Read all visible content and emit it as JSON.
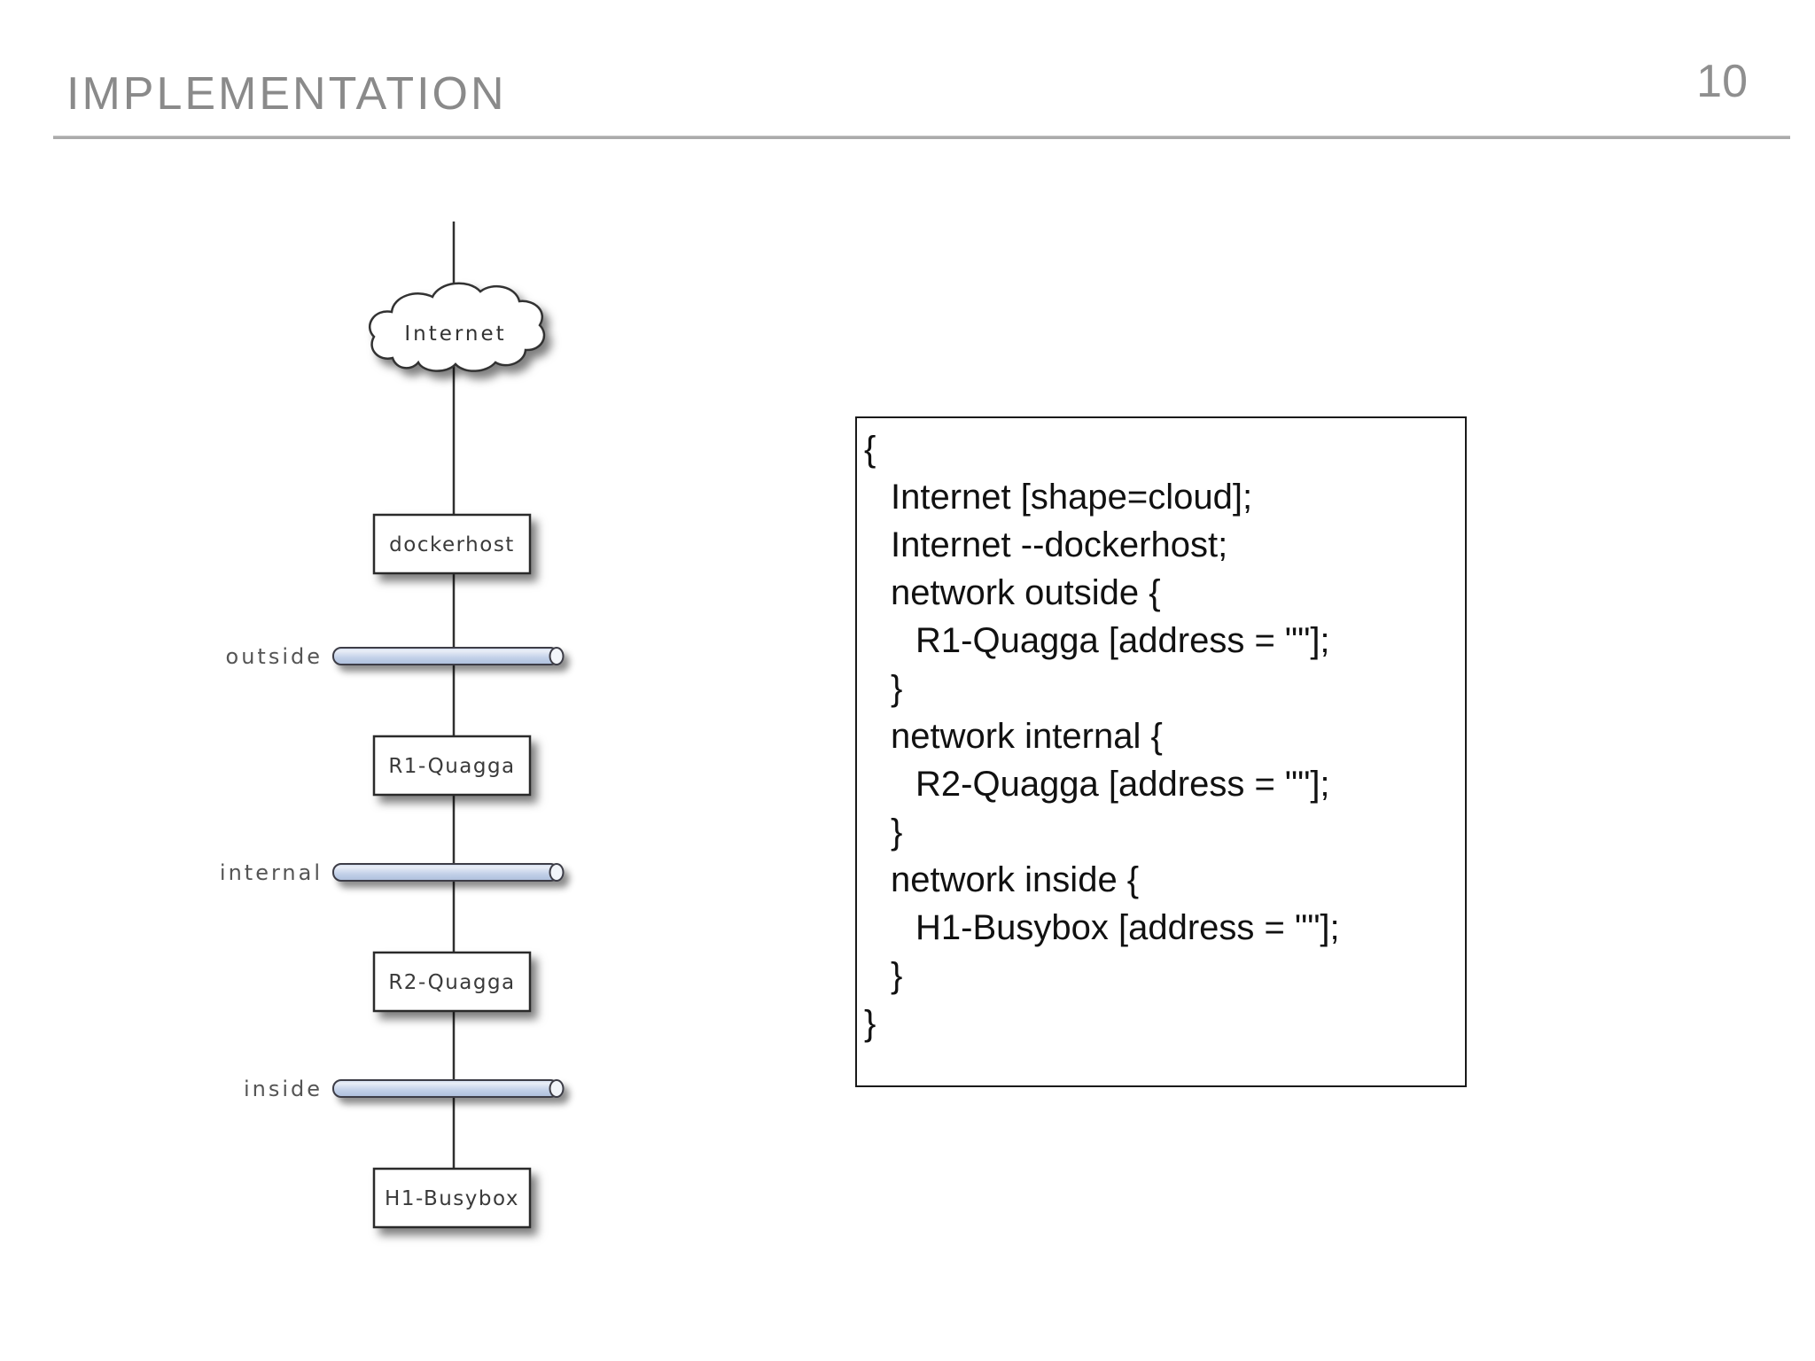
{
  "header": {
    "title": "IMPLEMENTATION",
    "page_number": "10"
  },
  "diagram": {
    "cloud": {
      "label": "Internet"
    },
    "nodes": [
      {
        "label": "dockerhost"
      },
      {
        "label": "R1-Quagga"
      },
      {
        "label": "R2-Quagga"
      },
      {
        "label": "H1-Busybox"
      }
    ],
    "networks": [
      {
        "label": "outside"
      },
      {
        "label": "internal"
      },
      {
        "label": "inside"
      }
    ],
    "colors": {
      "bar_fill": "#c2d0e8",
      "bar_highlight": "#e9eef7",
      "bar_shade": "#adbfdc",
      "edge": "#2f2f2f",
      "box_border": "#2b2b2b"
    }
  },
  "code_block": {
    "lines": [
      {
        "indent": 0,
        "text": "{"
      },
      {
        "indent": 1,
        "text": "Internet [shape=cloud];"
      },
      {
        "indent": 1,
        "text": "Internet --dockerhost;"
      },
      {
        "indent": 1,
        "text": "network outside {"
      },
      {
        "indent": 2,
        "text": "R1-Quagga [address = \"\"];"
      },
      {
        "indent": 1,
        "text": "}"
      },
      {
        "indent": 1,
        "text": "network internal {"
      },
      {
        "indent": 2,
        "text": "R2-Quagga [address = \"\"];"
      },
      {
        "indent": 1,
        "text": "}"
      },
      {
        "indent": 1,
        "text": "network inside {"
      },
      {
        "indent": 2,
        "text": "H1-Busybox [address = \"\"];"
      },
      {
        "indent": 1,
        "text": "}"
      },
      {
        "indent": 0,
        "text": "}"
      }
    ]
  }
}
